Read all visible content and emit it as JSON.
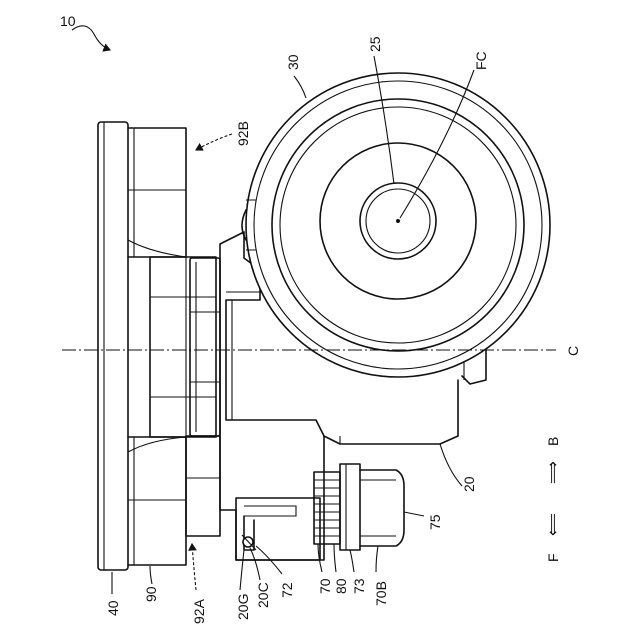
{
  "figure": {
    "labels": {
      "assembly": "10",
      "wheel": "30",
      "hub": "25",
      "wheel_center": "FC",
      "part_92B": "92B",
      "part_92A": "92A",
      "bracket": "20",
      "fitting": "75",
      "part_70": "70",
      "part_80": "80",
      "part_73": "73",
      "part_70B": "70B",
      "part_72": "72",
      "part_20C": "20C",
      "part_20G": "20G",
      "base_plate": "40",
      "base": "90",
      "centerline": "C"
    },
    "direction": {
      "front": "F",
      "back": "B",
      "arrow_front": "⟸",
      "arrow_back": "⟹"
    }
  }
}
